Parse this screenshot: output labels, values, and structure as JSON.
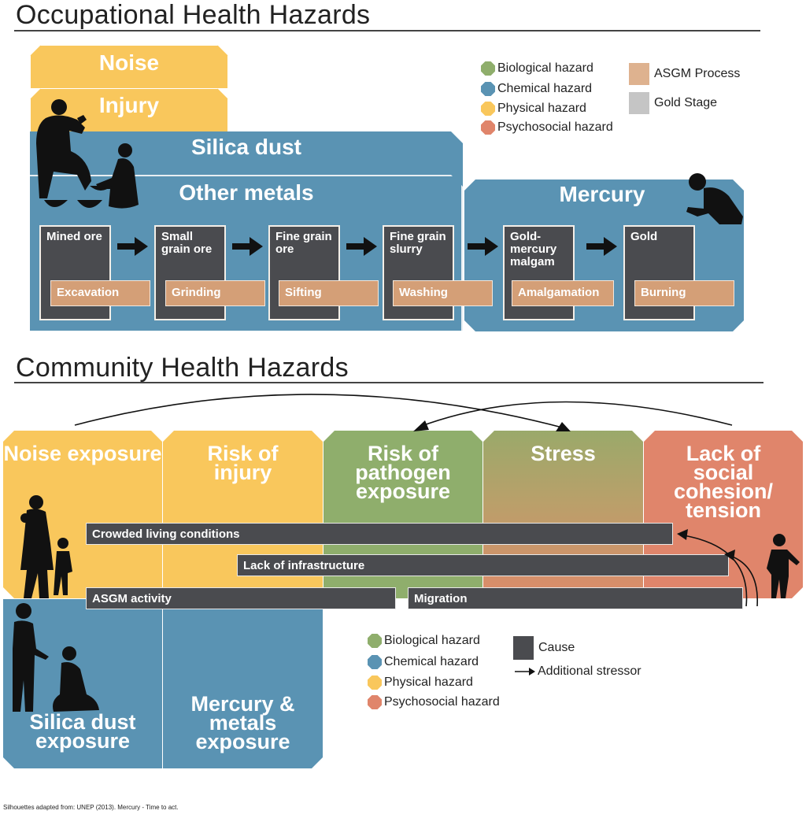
{
  "occupational": {
    "title": "Occupational Health Hazards",
    "bands": {
      "noise": "Noise",
      "injury": "Injury",
      "silica": "Silica dust",
      "metals": "Other metals",
      "mercury": "Mercury"
    },
    "stages": [
      {
        "label": "Mined ore",
        "process": "Excavation"
      },
      {
        "label": "Small grain ore",
        "process": "Grinding"
      },
      {
        "label": "Fine grain ore",
        "process": "Sifting"
      },
      {
        "label": "Fine grain slurry",
        "process": "Washing"
      },
      {
        "label": "Gold-mercury malgam",
        "process": "Amalgamation"
      },
      {
        "label": "Gold",
        "process": "Burning"
      }
    ],
    "legend": {
      "biological": "Biological hazard",
      "chemical": "Chemical hazard",
      "physical": "Physical hazard",
      "psychosocial": "Psychosocial hazard",
      "asgm": "ASGM Process",
      "gold_stage": "Gold Stage"
    }
  },
  "community": {
    "title": "Community Health Hazards",
    "tiles": {
      "noise": "Noise exposure",
      "injury": "Risk of injury",
      "pathogen": "Risk of pathogen exposure",
      "stress": "Stress",
      "cohesion": "Lack of social cohesion/ tension",
      "silica": "Silica dust exposure",
      "mercury": "Mercury & metals exposure"
    },
    "causes": {
      "crowded": "Crowded living conditions",
      "infrastructure": "Lack of infrastructure",
      "asgm": "ASGM activity",
      "migration": "Migration"
    },
    "legend": {
      "biological": "Biological hazard",
      "chemical": "Chemical hazard",
      "physical": "Physical hazard",
      "psychosocial": "Psychosocial hazard",
      "cause": "Cause",
      "stressor": "Additional stressor"
    }
  },
  "colors": {
    "biological": "#8fae6c",
    "chemical": "#5a93b3",
    "physical": "#f9c75c",
    "psychosocial": "#e0856b",
    "asgm": "#deb28f",
    "gold_stage": "#c5c5c5",
    "stage_box": "#4a4b4f",
    "process": "#d49f77",
    "silhouette": "#111111"
  },
  "icons": {
    "person": "person-silhouette-icon",
    "bowl": "bowl-silhouette-icon",
    "arrow": "arrow-right-icon"
  },
  "footer": "Silhouettes adapted from: UNEP (2013). Mercury - Time to act."
}
